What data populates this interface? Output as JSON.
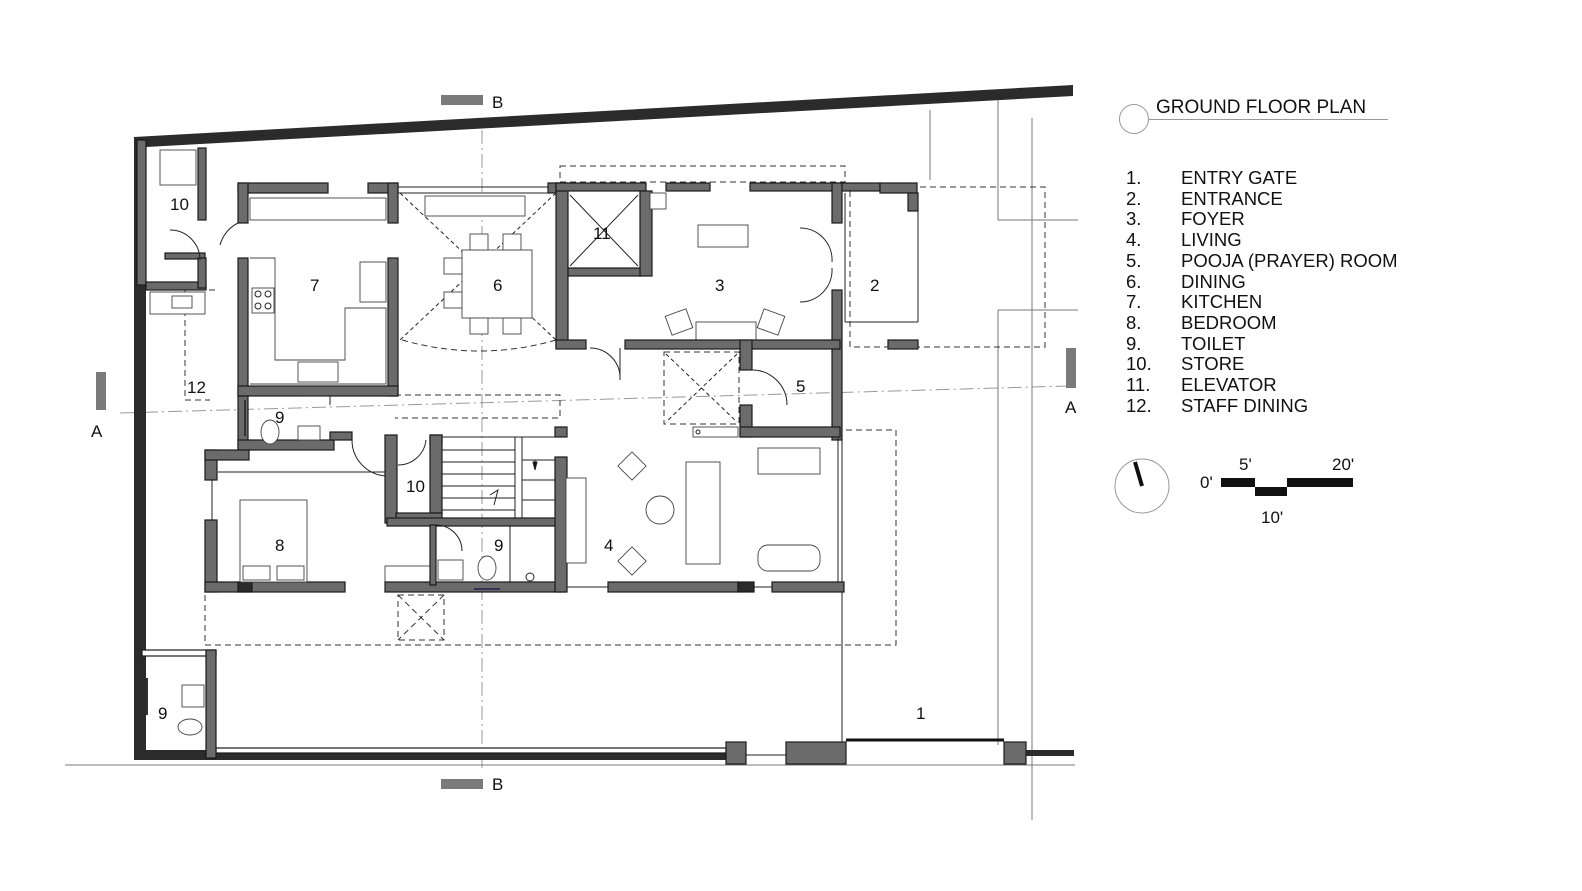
{
  "plan": {
    "title": "GROUND FLOOR PLAN",
    "section_marks": {
      "a": "A",
      "b": "B"
    },
    "rooms": [
      {
        "num": "1",
        "name": "ENTRY GATE"
      },
      {
        "num": "2",
        "name": "ENTRANCE"
      },
      {
        "num": "3",
        "name": "FOYER"
      },
      {
        "num": "4",
        "name": "LIVING"
      },
      {
        "num": "5",
        "name": "POOJA (PRAYER) ROOM"
      },
      {
        "num": "6",
        "name": "DINING"
      },
      {
        "num": "7",
        "name": "KITCHEN"
      },
      {
        "num": "8",
        "name": "BEDROOM"
      },
      {
        "num": "9",
        "name": "TOILET"
      },
      {
        "num": "10",
        "name": "STORE"
      },
      {
        "num": "11",
        "name": "ELEVATOR"
      },
      {
        "num": "12",
        "name": "STAFF DINING"
      }
    ],
    "legend_prefix": [
      "1.",
      "2.",
      "3.",
      "4.",
      "5.",
      "6.",
      "7.",
      "8.",
      "9.",
      "10.",
      "11.",
      "12."
    ],
    "room_tags": {
      "store_top": "10",
      "kitchen": "7",
      "dining": "6",
      "elevator": "11",
      "foyer": "3",
      "entrance": "2",
      "staff_dining": "12",
      "toilet_a": "9",
      "store_mid": "10",
      "pooja": "5",
      "bedroom": "8",
      "toilet_b": "9",
      "living": "4",
      "entry_gate": "1",
      "toilet_c": "9"
    },
    "scale_bar": {
      "zero": "0'",
      "five": "5'",
      "ten": "10'",
      "twenty": "20'"
    }
  }
}
